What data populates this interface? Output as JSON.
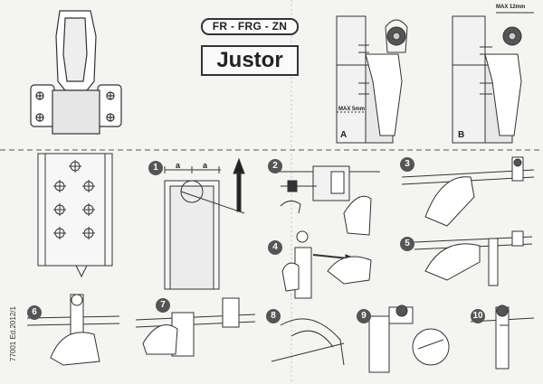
{
  "header": {
    "product_codes": "FR - FRG - ZN",
    "brand": "Justor"
  },
  "doc_reference": "77001 Ed.2012/1",
  "panels": {
    "a": {
      "letter": "A",
      "clearance_label": "MAX 5mm"
    },
    "b": {
      "letter": "B",
      "clearance_label": "MAX 12mm"
    }
  },
  "step1": {
    "dimension_label": "a"
  },
  "steps": [
    "1",
    "2",
    "3",
    "4",
    "5",
    "6",
    "7",
    "8",
    "9",
    "10"
  ]
}
